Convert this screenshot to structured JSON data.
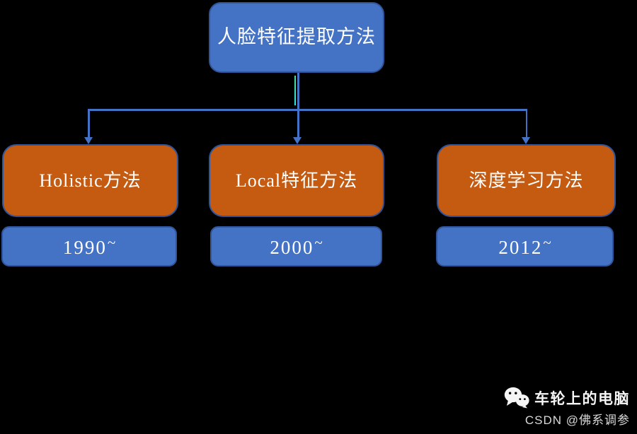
{
  "diagram": {
    "root": {
      "label": "人脸特征提取方法"
    },
    "branches": [
      {
        "label": "Holistic方法",
        "year": "1990",
        "year_suffix": "~"
      },
      {
        "label": "Local特征方法",
        "year": "2000",
        "year_suffix": "~"
      },
      {
        "label": "深度学习方法",
        "year": "2012",
        "year_suffix": "~"
      }
    ]
  },
  "watermark": {
    "icon": "wechat-icon",
    "title": "车轮上的电脑",
    "subtitle": "CSDN @佛系调参"
  },
  "colors": {
    "background": "#000000",
    "node_blue": "#4472C4",
    "node_orange": "#C55A11",
    "node_border": "#31559B",
    "connector": "#4472C4",
    "highlight_cyan": "#2EE2E6",
    "text": "#FFFFFF",
    "watermark_text": "#F5F5F5",
    "watermark_subtext": "#D9D9D9"
  }
}
